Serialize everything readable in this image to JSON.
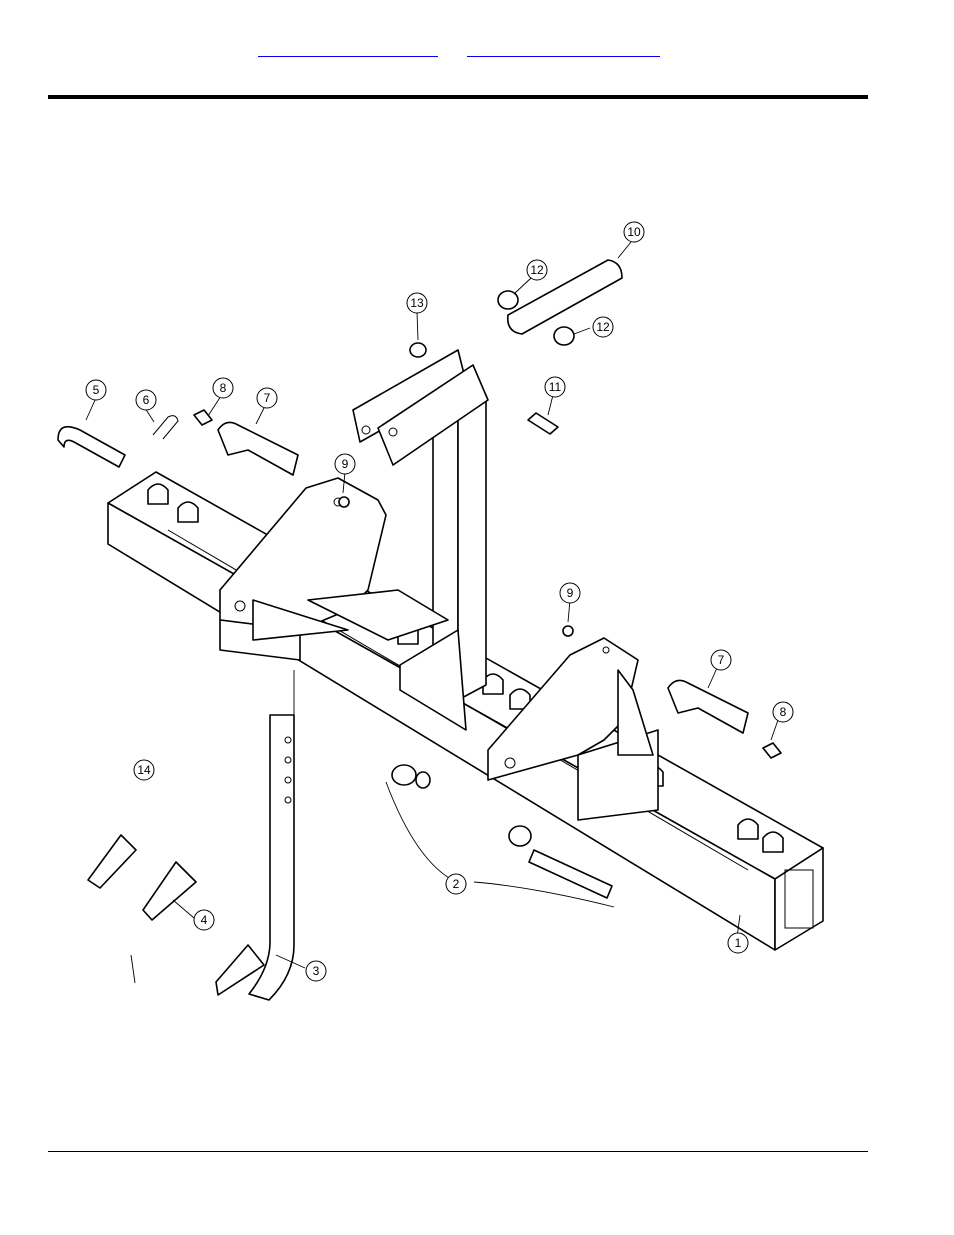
{
  "header": {
    "link_left": "",
    "link_right": ""
  },
  "diagram": {
    "callouts": [
      {
        "id": "c1",
        "label": "1"
      },
      {
        "id": "c2",
        "label": "2"
      },
      {
        "id": "c3",
        "label": "3"
      },
      {
        "id": "c4",
        "label": "4"
      },
      {
        "id": "c5",
        "label": "5"
      },
      {
        "id": "c6",
        "label": "6"
      },
      {
        "id": "c7a",
        "label": "7"
      },
      {
        "id": "c7b",
        "label": "7"
      },
      {
        "id": "c8a",
        "label": "8"
      },
      {
        "id": "c8b",
        "label": "8"
      },
      {
        "id": "c9a",
        "label": "9"
      },
      {
        "id": "c9b",
        "label": "9"
      },
      {
        "id": "c10",
        "label": "10"
      },
      {
        "id": "c11",
        "label": "11"
      },
      {
        "id": "c12a",
        "label": "12"
      },
      {
        "id": "c12b",
        "label": "12"
      },
      {
        "id": "c13",
        "label": "13"
      },
      {
        "id": "c14",
        "label": "14"
      }
    ]
  }
}
